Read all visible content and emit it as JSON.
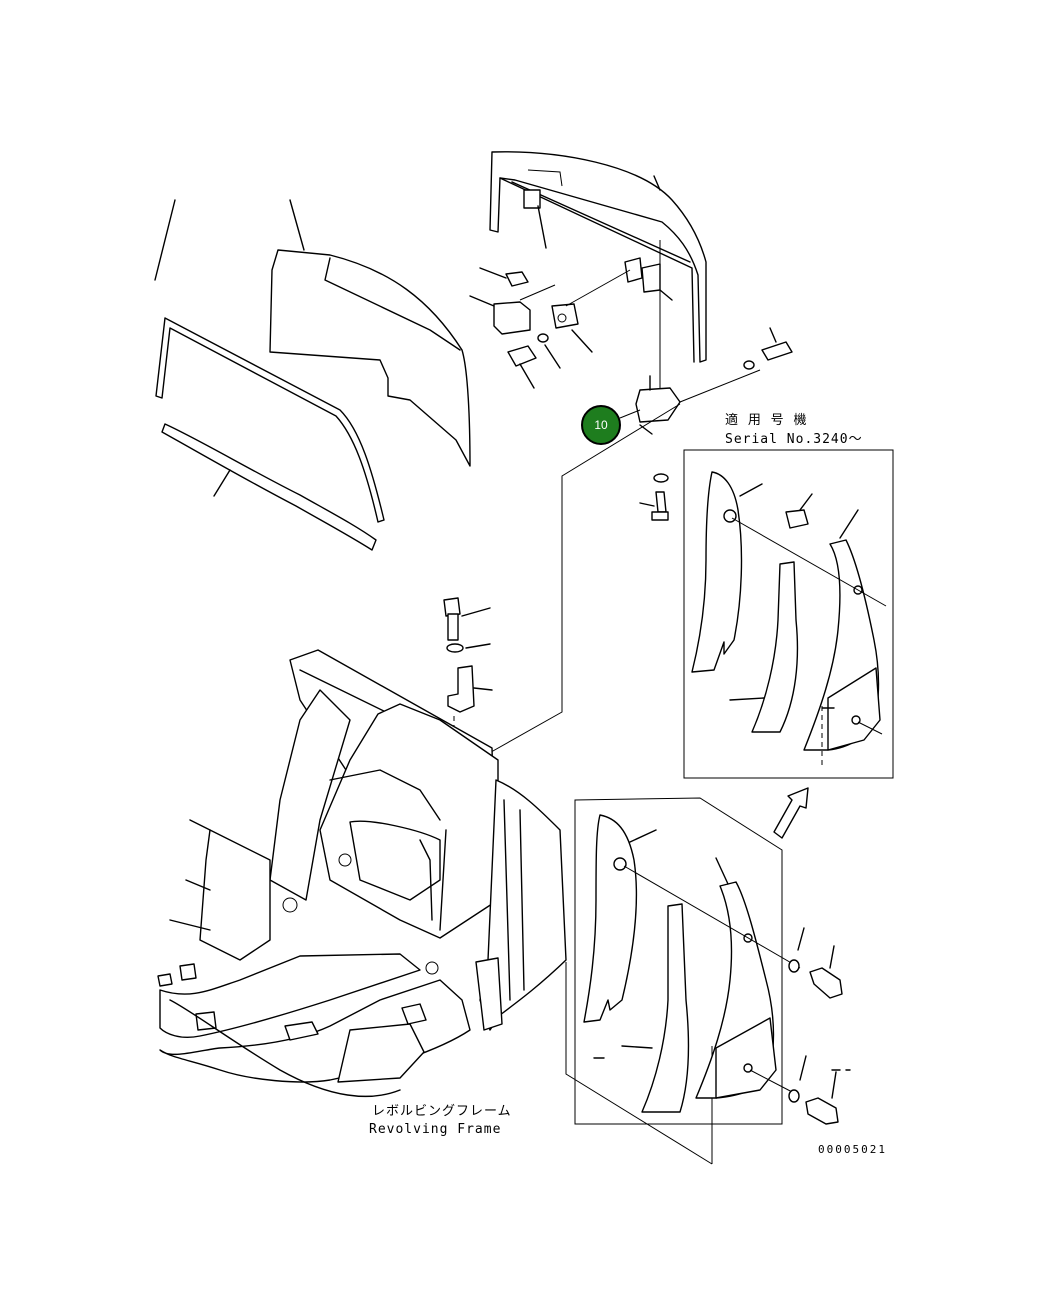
{
  "callout": {
    "number": "10",
    "color": "#1e7d1e",
    "border": "#000000"
  },
  "serial_note": {
    "jp": "適 用 号 機",
    "en": "Serial No.3240～"
  },
  "frame_label": {
    "jp": "レボルビングフレーム",
    "en": "Revolving Frame"
  },
  "drawing_number": "00005021"
}
